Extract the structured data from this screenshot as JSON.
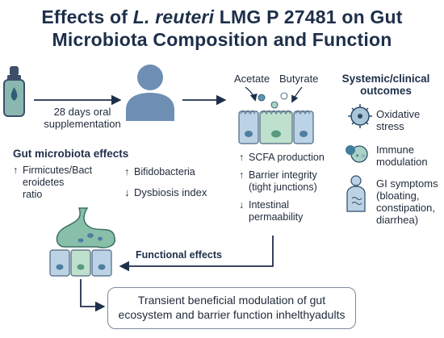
{
  "title": {
    "line1_prefix": "Effects of ",
    "line1_italic": "L. reuteri",
    "line1_suffix": " LMG P 27481 on Gut",
    "line2": "Microbiota Composition and Function"
  },
  "supplement": {
    "label_line1": "28 days oral",
    "label_line2": "supplementation"
  },
  "scfa": {
    "acetate": "Acetate",
    "butyrate": "Butyrate"
  },
  "gut_effects": {
    "heading": "Gut microbiota effects",
    "items": [
      {
        "arrow": "↑",
        "line1": "Firmicutes/Bact",
        "line2": "eroidetes",
        "line3": "ratio"
      },
      {
        "arrow": "↑",
        "line1": "Bifidobacteria"
      },
      {
        "arrow": "↓",
        "line1": "Dysbiosis index"
      }
    ]
  },
  "epithelial_effects": {
    "items": [
      {
        "arrow": "↑",
        "line1": "SCFA production"
      },
      {
        "arrow": "↑",
        "line1": "Barrier integrity",
        "line2": "(tight junctions)"
      },
      {
        "arrow": "↓",
        "line1": "Intestinal",
        "line2": "permaability"
      }
    ]
  },
  "systemic": {
    "heading_line1": "Systemic/clinical",
    "heading_line2": "outcomes",
    "items": [
      {
        "icon": "virus-icon",
        "line1": "Oxidative",
        "line2": "stress"
      },
      {
        "icon": "immune-icon",
        "line1": "Immune",
        "line2": "modulation"
      },
      {
        "icon": "person-icon",
        "line1": "GI symptoms",
        "line2": "(bloating,",
        "line3": "constipation,",
        "line4": "diarrhea)"
      }
    ]
  },
  "functional": {
    "label": "Functional effects"
  },
  "conclusion": {
    "line1": "Transient beneficial modulation of gut",
    "line2": "ecosystem and barrier function inhelthyadults"
  },
  "colors": {
    "navy": "#1e2f4a",
    "teal": "#6fa9a4",
    "cell_blue": "#bcd3e6",
    "cell_green": "#bfe0cc",
    "gut_green": "#88bfa8",
    "person_blue": "#6e8fb3"
  }
}
